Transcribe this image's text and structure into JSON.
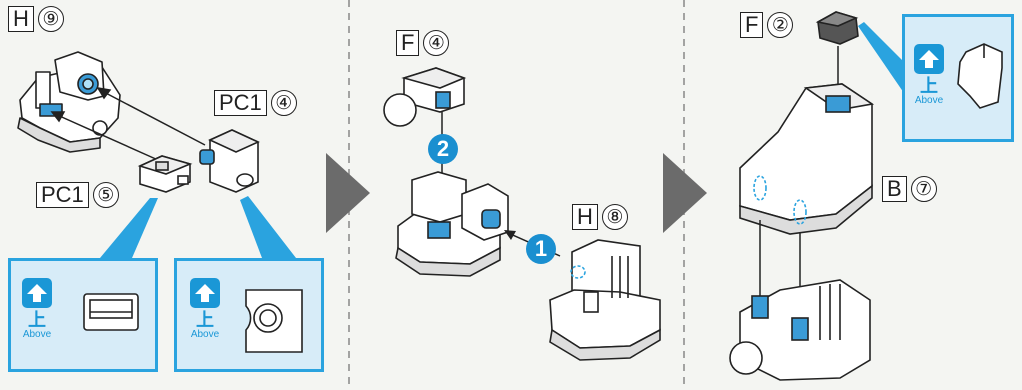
{
  "panels": {
    "left": {
      "main_label": {
        "letter": "H",
        "number": "⑨"
      },
      "part_label_a": {
        "letter": "PC1",
        "number": "④"
      },
      "part_label_b": {
        "letter": "PC1",
        "number": "⑤"
      },
      "callout_a": {
        "kanji": "上",
        "text": "Above"
      },
      "callout_b": {
        "kanji": "上",
        "text": "Above"
      }
    },
    "middle": {
      "part_label_a": {
        "letter": "F",
        "number": "④"
      },
      "part_label_b": {
        "letter": "H",
        "number": "⑧"
      },
      "step_1": "1",
      "step_2": "2"
    },
    "right": {
      "part_label_a": {
        "letter": "F",
        "number": "②"
      },
      "part_label_b": {
        "letter": "B",
        "number": "⑦"
      },
      "callout": {
        "kanji": "上",
        "text": "Above"
      }
    }
  },
  "colors": {
    "accent_blue": "#2aa3df",
    "callout_bg": "#d7ecf8",
    "step_blue": "#1a8fd0",
    "arrow_grey": "#6b6b6b"
  }
}
